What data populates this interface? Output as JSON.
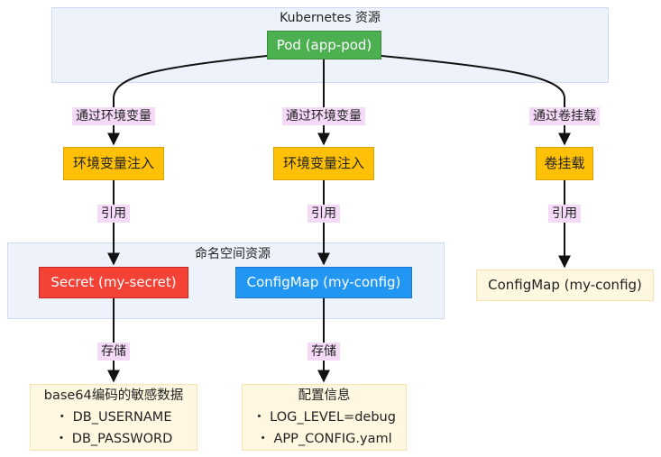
{
  "groups": {
    "k8s_resources": "Kubernetes 资源",
    "namespace_resources": "命名空间资源"
  },
  "nodes": {
    "pod": "Pod (app-pod)",
    "env_inject_1": "环境变量注入",
    "env_inject_2": "环境变量注入",
    "volume_mount": "卷挂载",
    "secret": "Secret (my-secret)",
    "configmap": "ConfigMap (my-config)",
    "configmap_mounted": "ConfigMap (my-config)",
    "secret_data": {
      "title": "base64编码的敏感数据",
      "items": [
        "・ DB_USERNAME",
        "・ DB_PASSWORD"
      ]
    },
    "config_data": {
      "title": "配置信息",
      "items": [
        "・ LOG_LEVEL=debug",
        "・ APP_CONFIG.yaml"
      ]
    }
  },
  "edge_labels": {
    "pod_to_env1": "通过环境变量",
    "pod_to_env2": "通过环境变量",
    "pod_to_volume": "通过卷挂载",
    "env1_to_secret": "引用",
    "env2_to_configmap": "引用",
    "volume_to_configmap": "引用",
    "secret_store": "存储",
    "configmap_store": "存储"
  },
  "colors": {
    "pod": "#4caf50",
    "inject": "#ffc107",
    "secret": "#f44336",
    "configmap": "#2196f3",
    "note": "#fff7e0",
    "group": "#eef3fb",
    "edge_label": "#f4daf6"
  }
}
